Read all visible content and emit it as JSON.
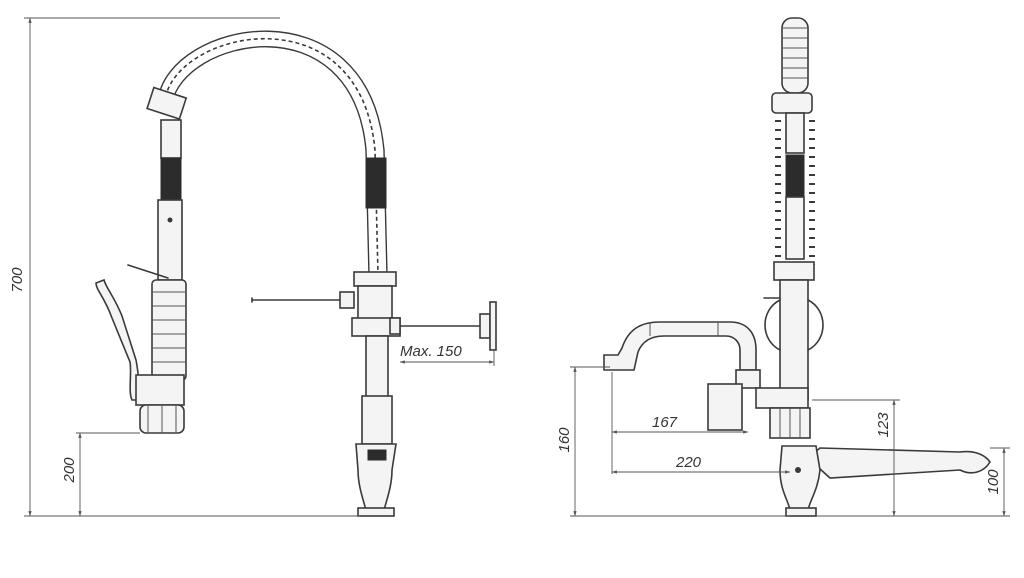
{
  "dimensions": {
    "total_height": "700",
    "base_height_left": "200",
    "wall_max_projection": "Max. 150",
    "spout_height": "160",
    "spout_reach_inner": "167",
    "spout_reach_outer": "220",
    "right_height": "123",
    "lever_height": "100"
  }
}
